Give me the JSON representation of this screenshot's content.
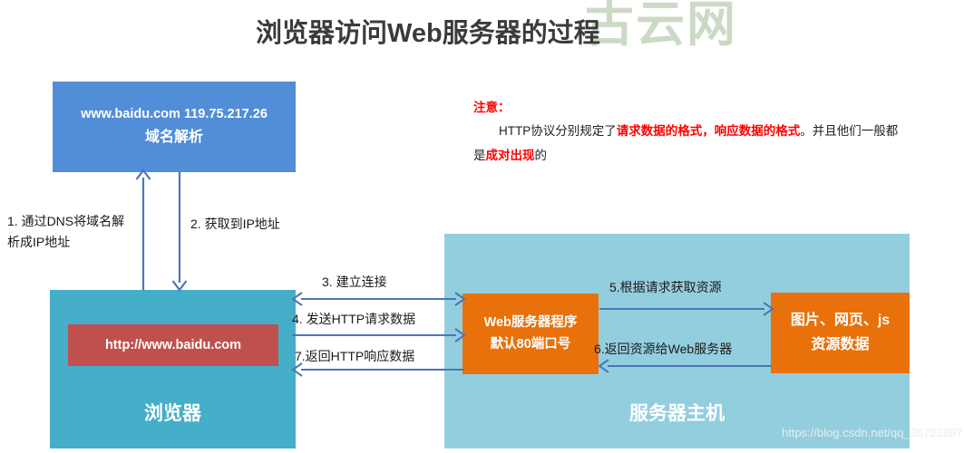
{
  "watermarks": {
    "top": "古云网",
    "bottom": "https://blog.csdn.net/qq_36722887"
  },
  "title": "浏览器访问Web服务器的过程",
  "boxes": {
    "dns": {
      "line1": "www.baidu.com 119.75.217.26",
      "line2": "域名解析",
      "color": "#528DD8"
    },
    "browser": {
      "url": "http://www.baidu.com",
      "label": "浏览器",
      "color": "#45AEC9",
      "url_color": "#C0504D"
    },
    "server_host": {
      "label": "服务器主机",
      "color": "#93CEDF"
    },
    "web_server": {
      "line1": "Web服务器程序",
      "line2": "默认80端口号",
      "color": "#E8710B"
    },
    "resource": {
      "line1": "图片、网页、js",
      "line2": "资源数据",
      "color": "#E8710B"
    }
  },
  "note": {
    "heading": "注意：",
    "text_part1": "HTTP协议分别规定了",
    "emphasis1": "请求数据的格式，响应数据的格式",
    "text_part2": "。并且他们一般都是",
    "emphasis2": "成对出现",
    "text_part3": "的",
    "emphasis_color": "#ff0000"
  },
  "steps": {
    "s1": "1. 通过DNS将域名解析成IP地址",
    "s2": "2. 获取到IP地址",
    "s3": "3. 建立连接",
    "s4": "4. 发送HTTP请求数据",
    "s5": "5.根据请求获取资源",
    "s6": "6.返回资源给Web服务器",
    "s7": "7.返回HTTP响应数据"
  },
  "arrow_color": "#4A77B4"
}
